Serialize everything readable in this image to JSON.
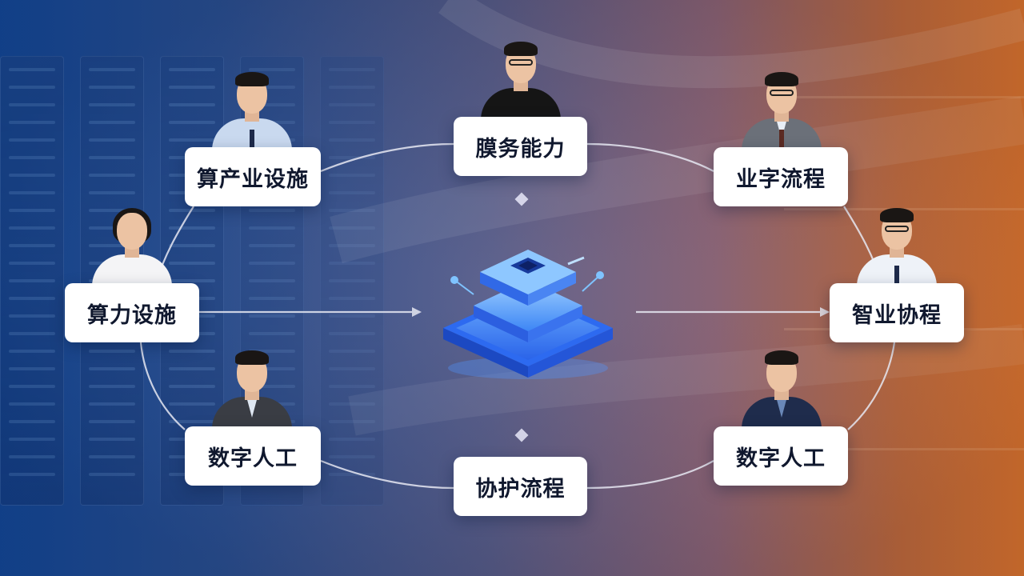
{
  "diagram": {
    "center": {
      "icon": "chip-stack-icon"
    },
    "nodes": {
      "top": "膜务能力",
      "upper_left": "算产业设施",
      "upper_right": "业字流程",
      "left": "算力设施",
      "right": "智业协程",
      "lower_left": "数字人工",
      "lower_right": "数字人工",
      "bottom": "协护流程"
    },
    "colors": {
      "background_left": "#13489a",
      "background_right": "#dc7430",
      "node_fill": "#ffffff",
      "node_text": "#10182e",
      "hub_blue": "#3d86f5",
      "connector": "#e6e8f2"
    }
  }
}
